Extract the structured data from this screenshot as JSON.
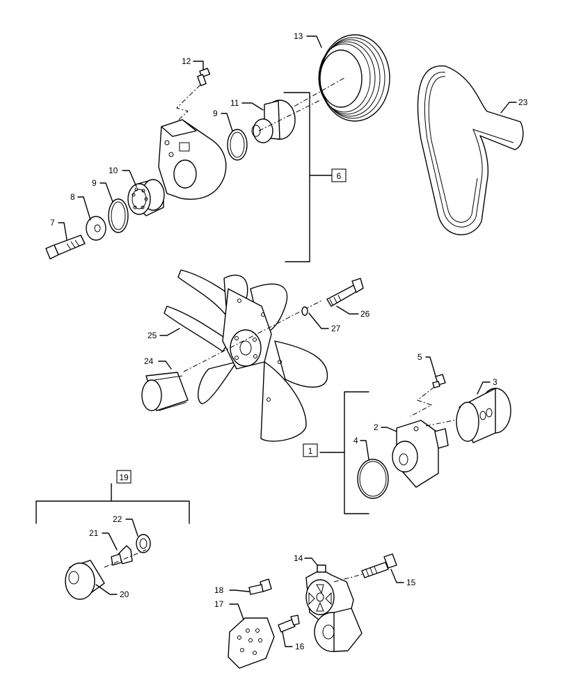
{
  "callouts": {
    "c2": "2",
    "c3": "3",
    "c4": "4",
    "c5": "5",
    "c7": "7",
    "c8": "8",
    "c9a": "9",
    "c9b": "9",
    "c10": "10",
    "c11": "11",
    "c12": "12",
    "c13": "13",
    "c14": "14",
    "c15": "15",
    "c16": "16",
    "c17": "17",
    "c18": "18",
    "c20": "20",
    "c21": "21",
    "c22": "22",
    "c23": "23",
    "c24": "24",
    "c25": "25",
    "c26": "26",
    "c27": "27"
  },
  "assemblies": {
    "a1": "1",
    "a6": "6",
    "a19": "19"
  }
}
